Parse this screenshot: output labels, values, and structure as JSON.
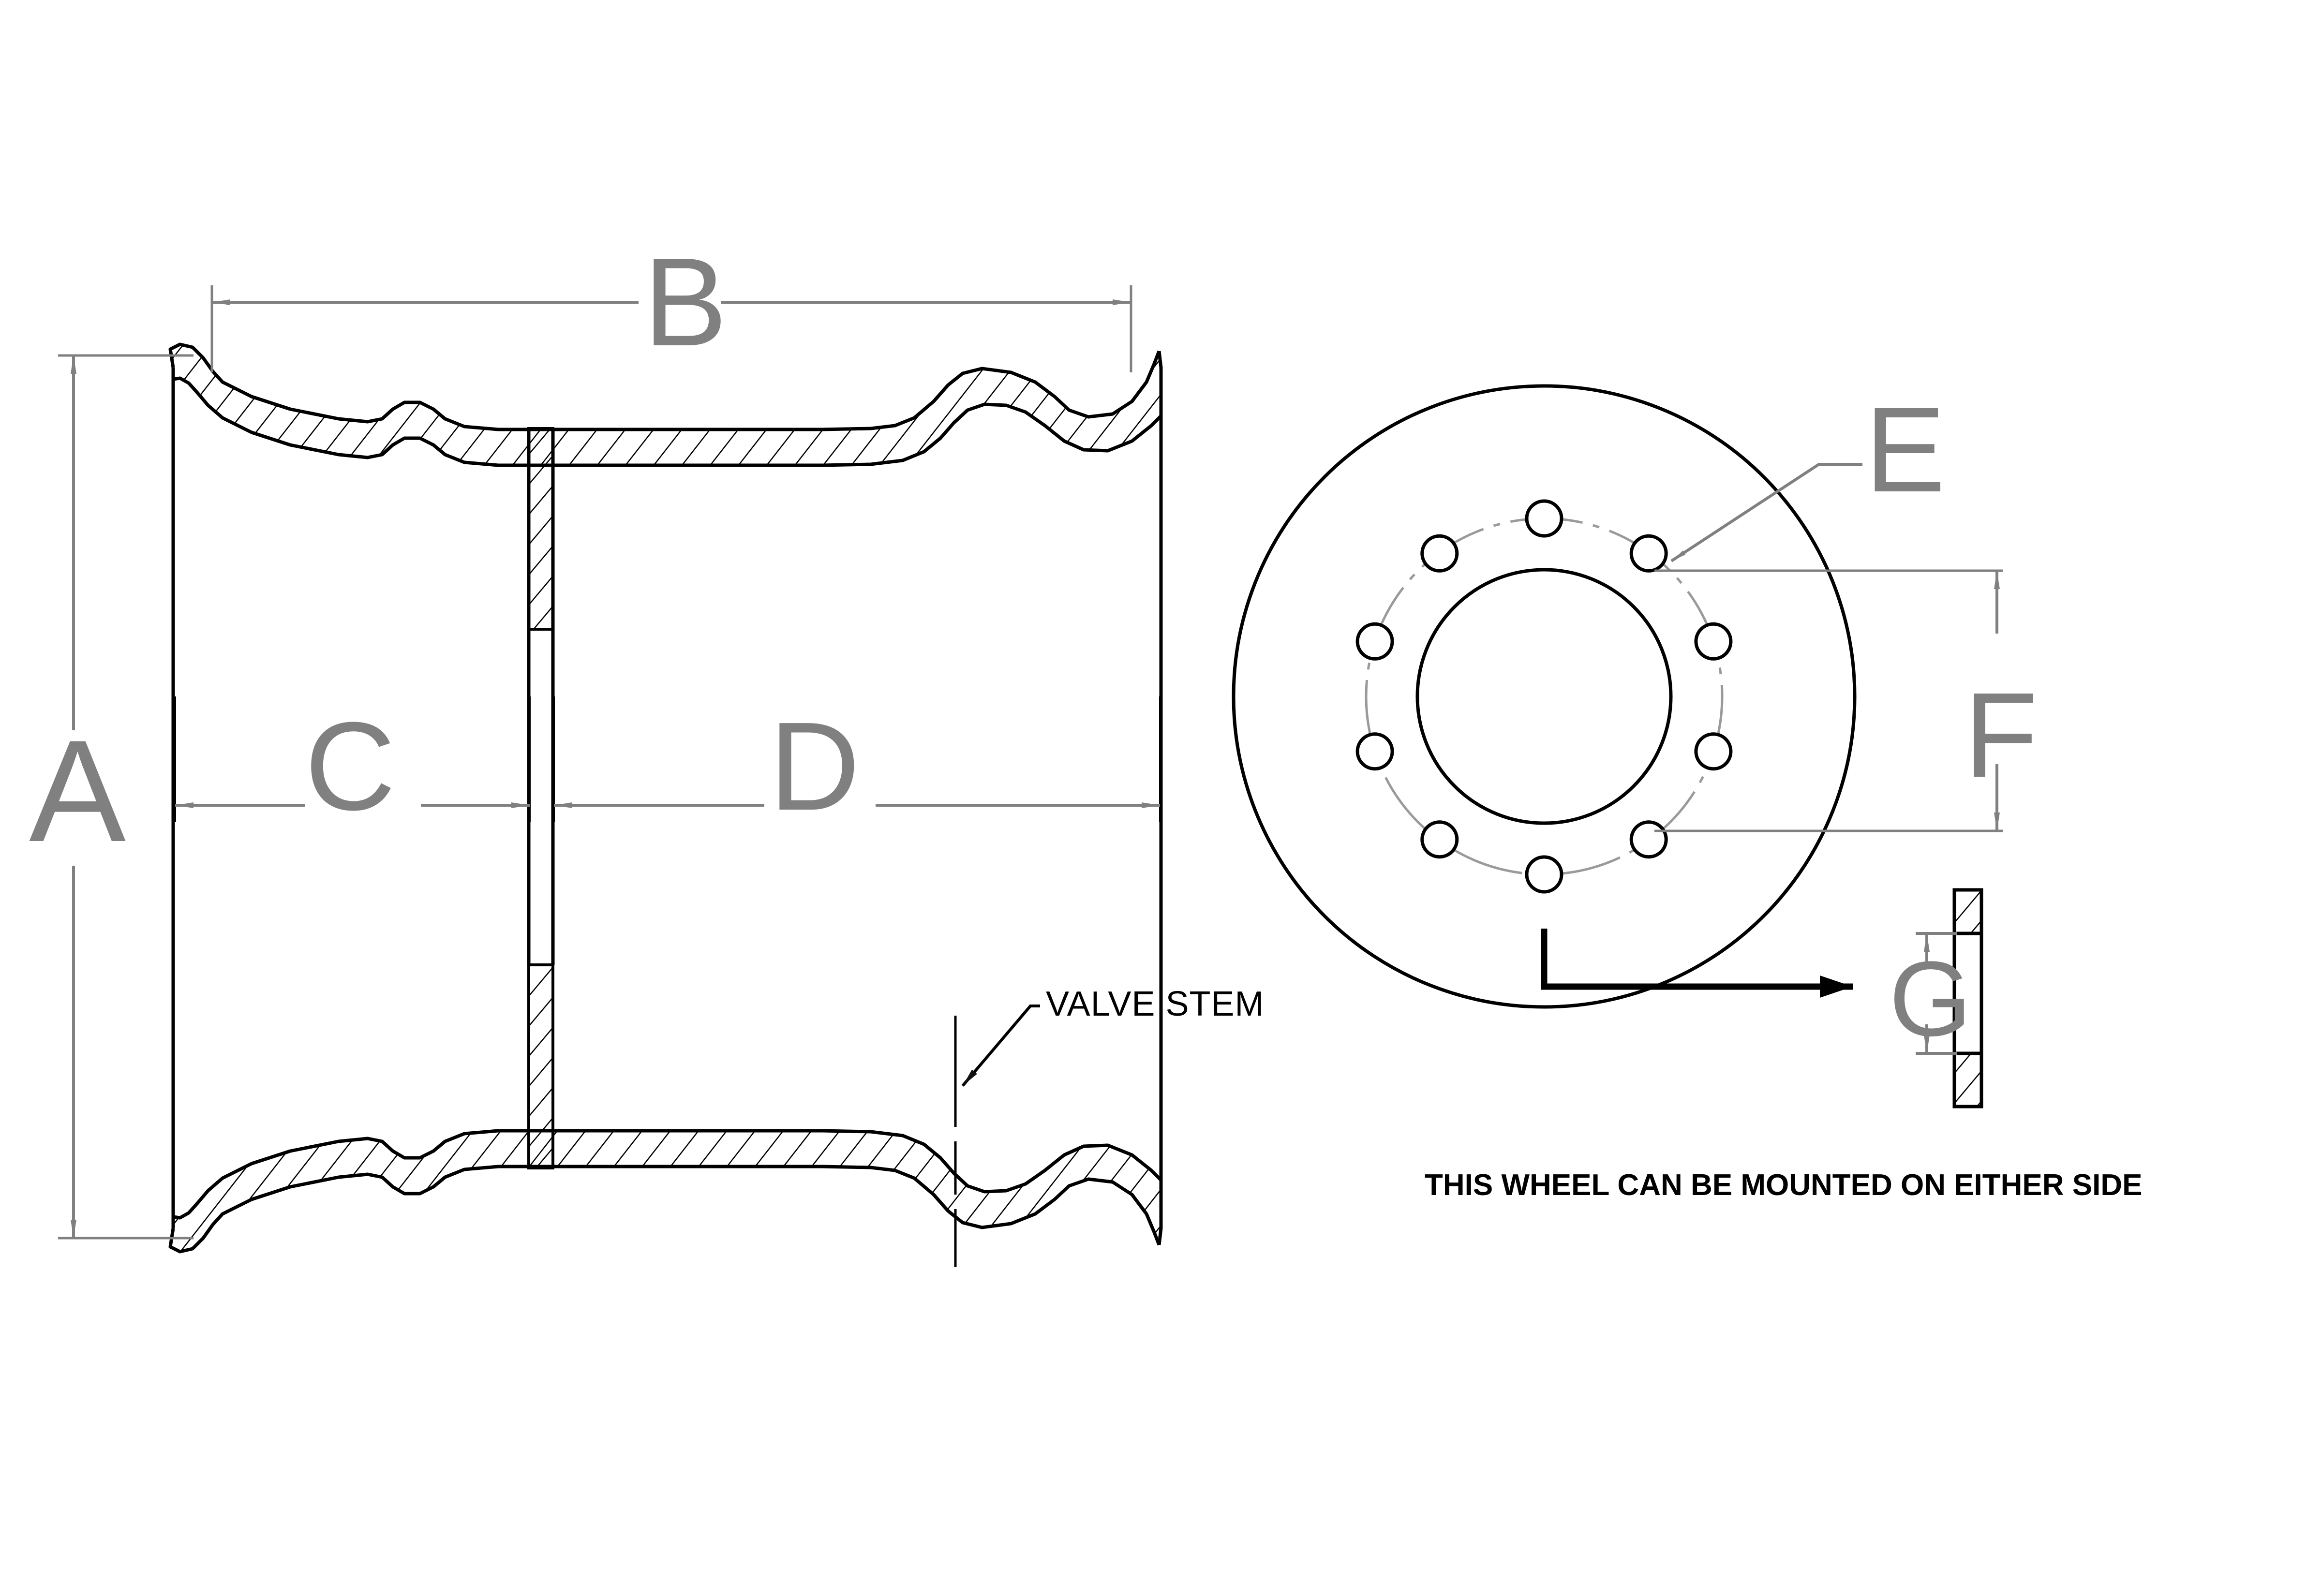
{
  "drawing": {
    "title": "Wheel Dimension Reference Drawing",
    "type": "engineering-technical-drawing",
    "background_color": "#ffffff",
    "line_color": "#000000",
    "dimension_color": "#808080",
    "centerline_color": "#9a9a9a"
  },
  "dimension_labels": {
    "a": "A",
    "b": "B",
    "c": "C",
    "d": "D",
    "e": "E",
    "f": "F",
    "g": "G"
  },
  "annotations": {
    "valve_stem": "VALVE STEM",
    "mounting_note": "THIS WHEEL CAN BE MOUNTED ON EITHER SIDE"
  },
  "views": {
    "section_view": {
      "name": "wheel-cross-section",
      "dimensions_shown": [
        "A",
        "B",
        "C",
        "D"
      ],
      "features": [
        "rim-flange-top",
        "rim-flange-bottom",
        "center-disc-web",
        "valve-stem-centerline"
      ]
    },
    "face_view": {
      "name": "wheel-face-view",
      "dimensions_shown": [
        "E",
        "F"
      ],
      "bolt_hole_count": 10,
      "features": [
        "outer-rim-circle",
        "center-bore-circle",
        "bolt-circle-centerline",
        "bolt-holes"
      ]
    },
    "detail_view": {
      "name": "disc-thickness-detail",
      "dimensions_shown": [
        "G"
      ],
      "features": [
        "hatched-plate-section"
      ]
    }
  }
}
